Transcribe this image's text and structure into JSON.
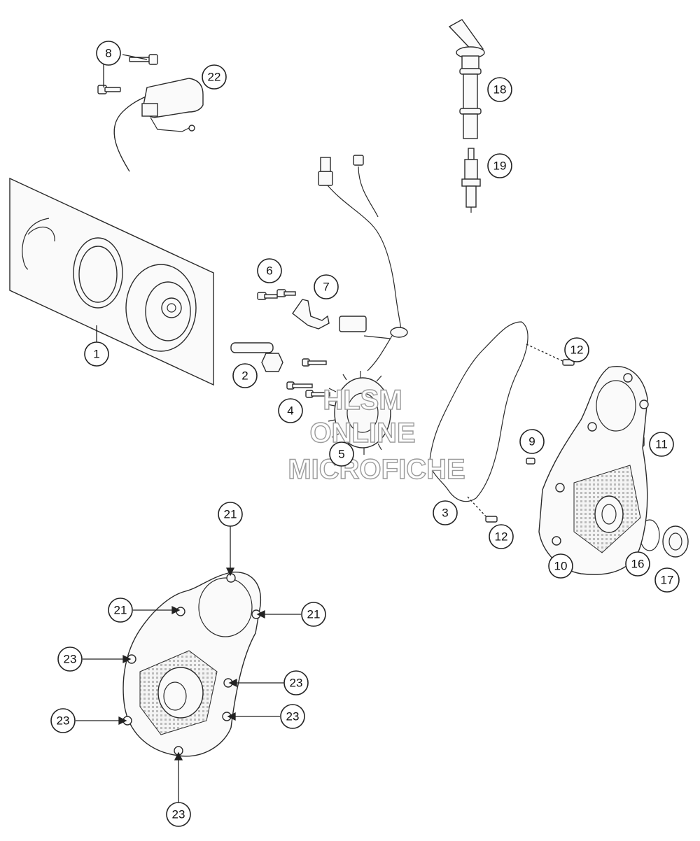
{
  "watermark": {
    "line1": "HLSM",
    "line2": "ONLINE",
    "line3": "MICROFICHE"
  },
  "callouts": [
    {
      "id": "c8",
      "label": "8"
    },
    {
      "id": "c22",
      "label": "22"
    },
    {
      "id": "c18",
      "label": "18"
    },
    {
      "id": "c19",
      "label": "19"
    },
    {
      "id": "c1",
      "label": "1"
    },
    {
      "id": "c6",
      "label": "6"
    },
    {
      "id": "c7",
      "label": "7"
    },
    {
      "id": "c2",
      "label": "2"
    },
    {
      "id": "c4",
      "label": "4"
    },
    {
      "id": "c5",
      "label": "5"
    },
    {
      "id": "c12a",
      "label": "12"
    },
    {
      "id": "c9",
      "label": "9"
    },
    {
      "id": "c11",
      "label": "11"
    },
    {
      "id": "c3",
      "label": "3"
    },
    {
      "id": "c12b",
      "label": "12"
    },
    {
      "id": "c10",
      "label": "10"
    },
    {
      "id": "c16",
      "label": "16"
    },
    {
      "id": "c17",
      "label": "17"
    },
    {
      "id": "c21a",
      "label": "21"
    },
    {
      "id": "c21b",
      "label": "21"
    },
    {
      "id": "c21c",
      "label": "21"
    },
    {
      "id": "c23a",
      "label": "23"
    },
    {
      "id": "c23b",
      "label": "23"
    },
    {
      "id": "c23c",
      "label": "23"
    },
    {
      "id": "c23d",
      "label": "23"
    },
    {
      "id": "c23e",
      "label": "23"
    }
  ]
}
